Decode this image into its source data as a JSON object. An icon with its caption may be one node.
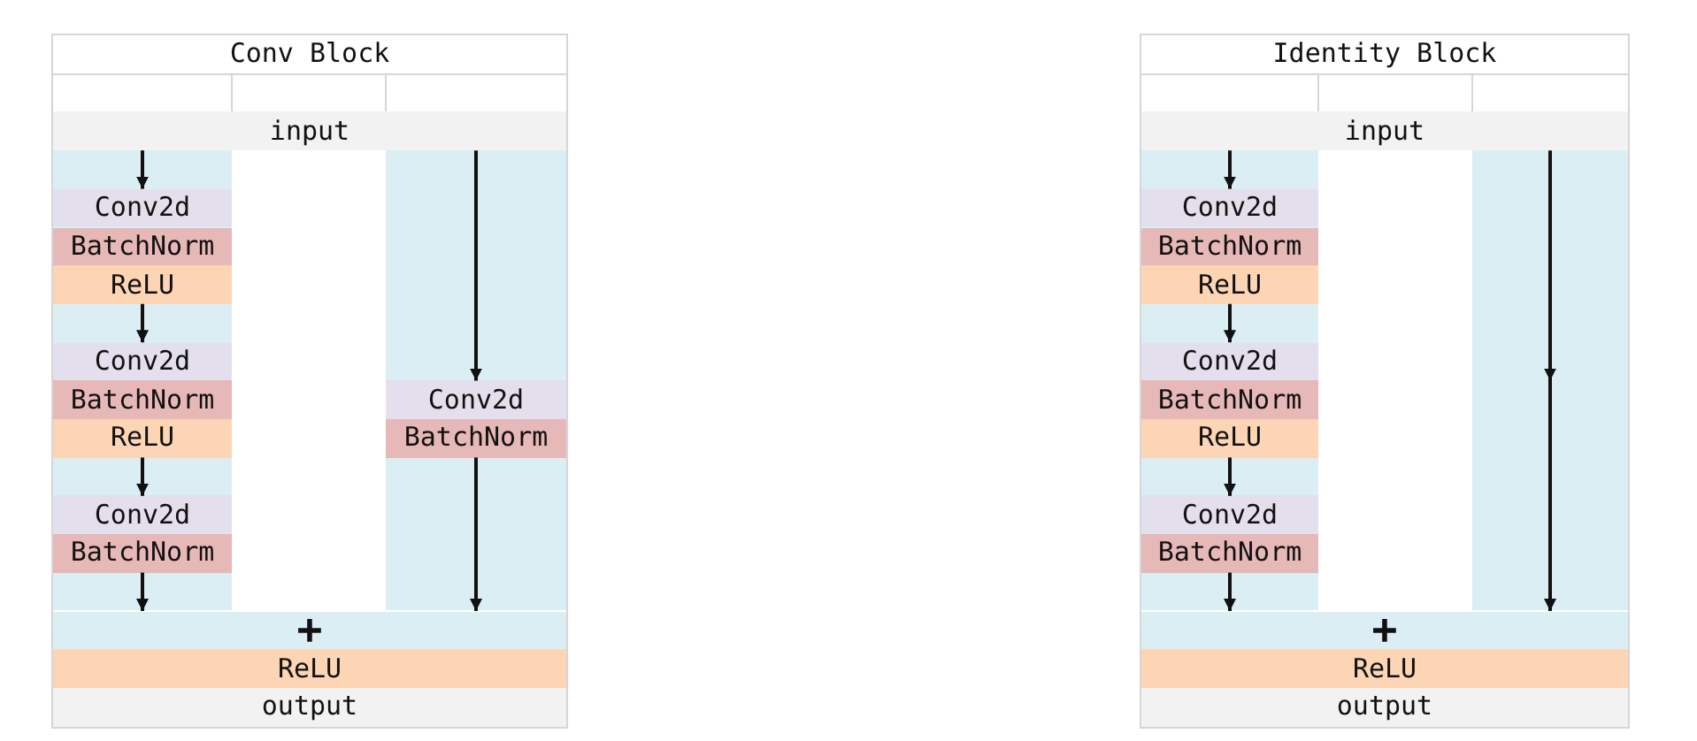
{
  "diagram": {
    "nodes": [
      {
        "text": [
          "Conv Block"
        ]
      },
      {
        "text": [
          "input"
        ],
        "in": 0
      },
      {
        "text": [
          "Conv2d"
        ],
        "in": 0
      },
      {
        "text": [
          "BatchNorm"
        ],
        "in": 0
      },
      {
        "text": [
          "ReLU"
        ],
        "in": 0
      },
      {
        "text": [
          "Conv2d"
        ],
        "in": 0
      },
      {
        "text": [
          "BatchNorm"
        ],
        "in": 0
      },
      {
        "text": [
          "Conv2d"
        ],
        "in": 0
      },
      {
        "text": [
          "ReLU"
        ],
        "in": 0
      },
      {
        "text": [
          "BatchNorm"
        ],
        "in": 0
      },
      {
        "text": [
          "Conv2d"
        ],
        "in": 0
      },
      {
        "text": [
          "BatchNorm"
        ],
        "in": 0
      },
      {
        "text": [
          "+"
        ],
        "in": 0
      },
      {
        "text": [
          "ReLU"
        ],
        "in": 0
      },
      {
        "text": [
          "output"
        ],
        "in": 0
      },
      {
        "text": [
          "Identity Block"
        ]
      },
      {
        "text": [
          "input"
        ],
        "in": 15
      },
      {
        "text": [
          "Conv2d"
        ],
        "in": 15
      },
      {
        "text": [
          "BatchNorm"
        ],
        "in": 15
      },
      {
        "text": [
          "ReLU"
        ],
        "in": 15
      },
      {
        "text": [
          "Conv2d"
        ],
        "in": 15
      },
      {
        "text": [
          "BatchNorm"
        ],
        "in": 15
      },
      {
        "text": [
          "ReLU"
        ],
        "in": 15
      },
      {
        "text": [
          "Conv2d"
        ],
        "in": 15
      },
      {
        "text": [
          "BatchNorm"
        ],
        "in": 15
      },
      {
        "text": [
          "+"
        ],
        "in": 15
      },
      {
        "text": [
          "ReLU"
        ],
        "in": 15
      },
      {
        "text": [
          "output"
        ],
        "in": 15
      }
    ],
    "edges": [
      {
        "from": 1,
        "to": 2,
        "arrow": "to"
      },
      {
        "from": 4,
        "to": 5,
        "arrow": "to"
      },
      {
        "from": 8,
        "to": 10,
        "arrow": "to"
      },
      {
        "from": 11,
        "to": 12,
        "arrow": "to"
      },
      {
        "from": 1,
        "to": 7,
        "arrow": "to"
      },
      {
        "from": 9,
        "to": 12,
        "arrow": "to"
      },
      {
        "from": 16,
        "to": 17,
        "arrow": "to"
      },
      {
        "from": 19,
        "to": 20,
        "arrow": "to"
      },
      {
        "from": 22,
        "to": 23,
        "arrow": "to"
      },
      {
        "from": 24,
        "to": 25,
        "arrow": "to"
      },
      {
        "from": 16,
        "to": 25,
        "arrow": "to"
      }
    ]
  }
}
